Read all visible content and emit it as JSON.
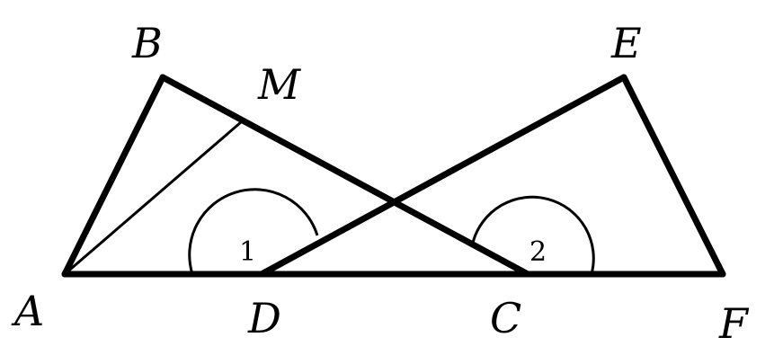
{
  "figure": {
    "points": {
      "A": "A",
      "B": "B",
      "M": "M",
      "E": "E",
      "D": "D",
      "C": "C",
      "F": "F"
    },
    "angles": {
      "angle_1": "1",
      "angle_2": "2"
    }
  }
}
